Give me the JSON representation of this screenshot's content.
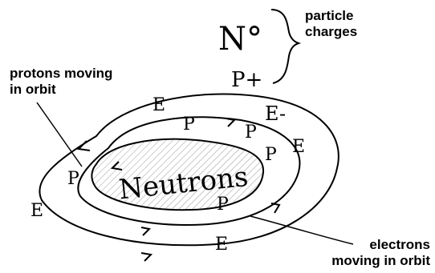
{
  "labels": {
    "protons_moving": [
      "protons moving",
      "in orbit"
    ],
    "particle_charges": [
      "particle",
      "charges"
    ],
    "electrons_moving": [
      "electrons",
      "moving in orbit"
    ]
  },
  "symbols": {
    "neutron_charge": "N°",
    "proton_charge": "P+",
    "electron_charge": "E-"
  },
  "nucleus_text": "Neutrons",
  "inner_orbit_letters": [
    "P",
    "P",
    "P",
    "P",
    "P"
  ],
  "outer_orbit_letters": [
    "E",
    "E",
    "E",
    "E"
  ],
  "colors": {
    "ink": "#000000",
    "background": "#ffffff"
  }
}
